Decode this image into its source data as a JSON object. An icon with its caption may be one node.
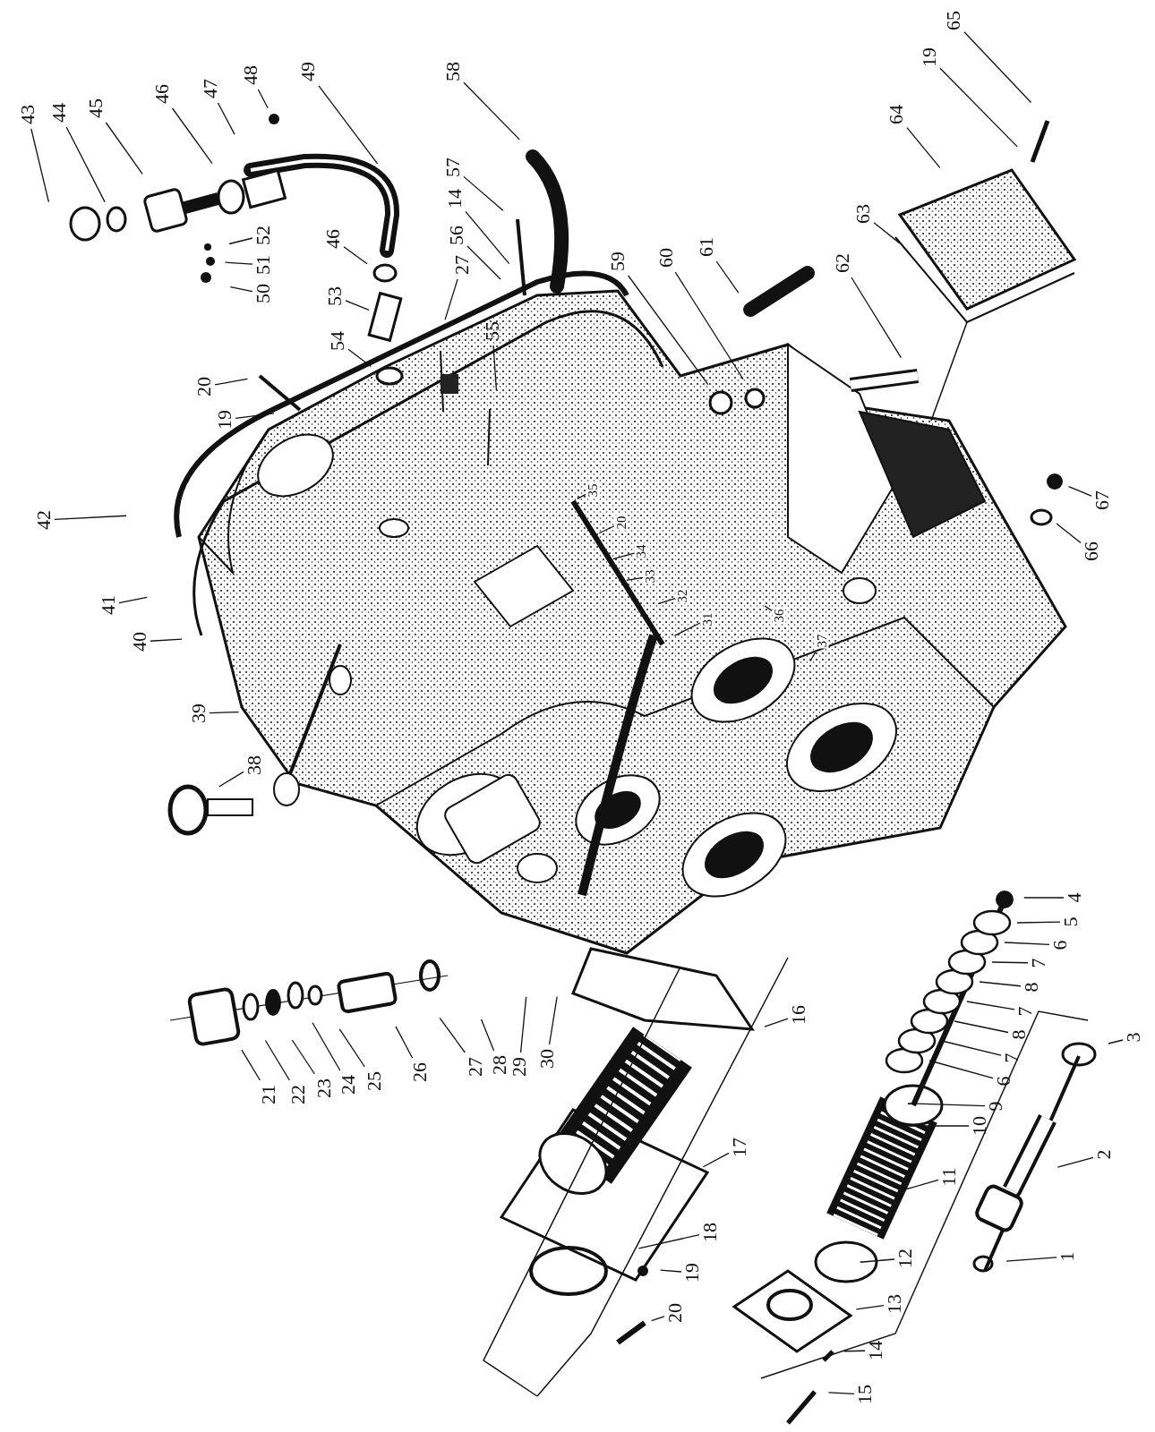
{
  "diagram": {
    "nodes": [
      {
        "text": [
          "43"
        ]
      },
      {
        "text": [
          "44"
        ]
      },
      {
        "text": [
          "45"
        ]
      },
      {
        "text": [
          "46"
        ]
      },
      {
        "text": [
          "47"
        ]
      },
      {
        "text": [
          "48"
        ]
      },
      {
        "text": [
          "49"
        ]
      },
      {
        "text": [
          "58"
        ]
      },
      {
        "text": [
          "57"
        ]
      },
      {
        "text": [
          "14"
        ]
      },
      {
        "text": [
          "56"
        ]
      },
      {
        "text": [
          "27"
        ]
      },
      {
        "text": [
          "55"
        ]
      },
      {
        "text": [
          "50"
        ]
      },
      {
        "text": [
          "51"
        ]
      },
      {
        "text": [
          "52"
        ]
      },
      {
        "text": [
          "46"
        ]
      },
      {
        "text": [
          "53"
        ]
      },
      {
        "text": [
          "54"
        ]
      },
      {
        "text": [
          "20"
        ]
      },
      {
        "text": [
          "19"
        ]
      },
      {
        "text": [
          "65"
        ]
      },
      {
        "text": [
          "19"
        ]
      },
      {
        "text": [
          "64"
        ]
      },
      {
        "text": [
          "63"
        ]
      },
      {
        "text": [
          "62"
        ]
      },
      {
        "text": [
          "61"
        ]
      },
      {
        "text": [
          "60"
        ]
      },
      {
        "text": [
          "59"
        ]
      },
      {
        "text": [
          "42"
        ]
      },
      {
        "text": [
          "41"
        ]
      },
      {
        "text": [
          "40"
        ]
      },
      {
        "text": [
          "39"
        ]
      },
      {
        "text": [
          "38"
        ]
      },
      {
        "text": [
          "35"
        ]
      },
      {
        "text": [
          "20"
        ]
      },
      {
        "text": [
          "34"
        ]
      },
      {
        "text": [
          "33"
        ]
      },
      {
        "text": [
          "32"
        ]
      },
      {
        "text": [
          "31"
        ]
      },
      {
        "text": [
          "36"
        ]
      },
      {
        "text": [
          "37"
        ]
      },
      {
        "text": [
          "67"
        ]
      },
      {
        "text": [
          "66"
        ]
      },
      {
        "text": [
          "4"
        ]
      },
      {
        "text": [
          "5"
        ]
      },
      {
        "text": [
          "6"
        ]
      },
      {
        "text": [
          "7"
        ]
      },
      {
        "text": [
          "8"
        ]
      },
      {
        "text": [
          "7"
        ]
      },
      {
        "text": [
          "8"
        ]
      },
      {
        "text": [
          "7"
        ]
      },
      {
        "text": [
          "6"
        ]
      },
      {
        "text": [
          "9"
        ]
      },
      {
        "text": [
          "10"
        ]
      },
      {
        "text": [
          "11"
        ]
      },
      {
        "text": [
          "12"
        ]
      },
      {
        "text": [
          "13"
        ]
      },
      {
        "text": [
          "14"
        ]
      },
      {
        "text": [
          "15"
        ]
      },
      {
        "text": [
          "3"
        ]
      },
      {
        "text": [
          "2"
        ]
      },
      {
        "text": [
          "1"
        ]
      },
      {
        "text": [
          "16"
        ]
      },
      {
        "text": [
          "17"
        ]
      },
      {
        "text": [
          "18"
        ]
      },
      {
        "text": [
          "19"
        ]
      },
      {
        "text": [
          "20"
        ]
      },
      {
        "text": [
          "21"
        ]
      },
      {
        "text": [
          "22"
        ]
      },
      {
        "text": [
          "23"
        ]
      },
      {
        "text": [
          "24"
        ]
      },
      {
        "text": [
          "25"
        ]
      },
      {
        "text": [
          "26"
        ]
      },
      {
        "text": [
          "27"
        ]
      },
      {
        "text": [
          "28"
        ]
      },
      {
        "text": [
          "29"
        ]
      },
      {
        "text": [
          "30"
        ]
      }
    ],
    "edges": [
      {
        "from": 0,
        "to": null,
        "arrow": "none"
      },
      {
        "from": 1,
        "to": null,
        "arrow": "none"
      },
      {
        "from": 2,
        "to": null,
        "arrow": "none"
      },
      {
        "from": 3,
        "to": null,
        "arrow": "none"
      },
      {
        "from": 4,
        "to": null,
        "arrow": "none"
      },
      {
        "from": 5,
        "to": null,
        "arrow": "none"
      },
      {
        "from": 6,
        "to": null,
        "arrow": "none"
      },
      {
        "from": 7,
        "to": null,
        "arrow": "none"
      },
      {
        "from": 8,
        "to": null,
        "arrow": "none"
      },
      {
        "from": 9,
        "to": null,
        "arrow": "none"
      },
      {
        "from": 10,
        "to": null,
        "arrow": "none"
      },
      {
        "from": 11,
        "to": null,
        "arrow": "none"
      },
      {
        "from": 12,
        "to": null,
        "arrow": "none"
      },
      {
        "from": 13,
        "to": null,
        "arrow": "none"
      },
      {
        "from": 14,
        "to": null,
        "arrow": "none"
      },
      {
        "from": 15,
        "to": null,
        "arrow": "none"
      },
      {
        "from": 16,
        "to": null,
        "arrow": "none"
      },
      {
        "from": 17,
        "to": null,
        "arrow": "none"
      },
      {
        "from": 18,
        "to": null,
        "arrow": "none"
      },
      {
        "from": 19,
        "to": null,
        "arrow": "none"
      },
      {
        "from": 20,
        "to": null,
        "arrow": "none"
      },
      {
        "from": 21,
        "to": null,
        "arrow": "none"
      },
      {
        "from": 22,
        "to": null,
        "arrow": "none"
      },
      {
        "from": 23,
        "to": null,
        "arrow": "none"
      },
      {
        "from": 24,
        "to": null,
        "arrow": "none"
      },
      {
        "from": 25,
        "to": null,
        "arrow": "none"
      },
      {
        "from": 26,
        "to": null,
        "arrow": "none"
      },
      {
        "from": 27,
        "to": null,
        "arrow": "none"
      },
      {
        "from": 28,
        "to": null,
        "arrow": "none"
      },
      {
        "from": 29,
        "to": null,
        "arrow": "none"
      },
      {
        "from": 30,
        "to": null,
        "arrow": "none"
      },
      {
        "from": 31,
        "to": null,
        "arrow": "none"
      },
      {
        "from": 32,
        "to": null,
        "arrow": "none"
      },
      {
        "from": 33,
        "to": null,
        "arrow": "none"
      },
      {
        "from": 34,
        "to": null,
        "arrow": "none"
      },
      {
        "from": 35,
        "to": null,
        "arrow": "none"
      },
      {
        "from": 36,
        "to": null,
        "arrow": "none"
      },
      {
        "from": 37,
        "to": null,
        "arrow": "none"
      },
      {
        "from": 38,
        "to": null,
        "arrow": "none"
      },
      {
        "from": 39,
        "to": null,
        "arrow": "none"
      },
      {
        "from": 40,
        "to": null,
        "arrow": "none"
      },
      {
        "from": 41,
        "to": null,
        "arrow": "none"
      },
      {
        "from": 42,
        "to": null,
        "arrow": "none"
      },
      {
        "from": 43,
        "to": null,
        "arrow": "none"
      },
      {
        "from": 44,
        "to": null,
        "arrow": "none"
      },
      {
        "from": 45,
        "to": null,
        "arrow": "none"
      },
      {
        "from": 46,
        "to": null,
        "arrow": "none"
      },
      {
        "from": 47,
        "to": null,
        "arrow": "none"
      },
      {
        "from": 48,
        "to": null,
        "arrow": "none"
      },
      {
        "from": 49,
        "to": null,
        "arrow": "none"
      },
      {
        "from": 50,
        "to": null,
        "arrow": "none"
      },
      {
        "from": 51,
        "to": null,
        "arrow": "none"
      },
      {
        "from": 52,
        "to": null,
        "arrow": "none"
      },
      {
        "from": 53,
        "to": null,
        "arrow": "none"
      },
      {
        "from": 54,
        "to": null,
        "arrow": "none"
      },
      {
        "from": 55,
        "to": null,
        "arrow": "none"
      },
      {
        "from": 56,
        "to": null,
        "arrow": "none"
      },
      {
        "from": 57,
        "to": null,
        "arrow": "none"
      },
      {
        "from": 58,
        "to": null,
        "arrow": "none"
      },
      {
        "from": 59,
        "to": null,
        "arrow": "none"
      },
      {
        "from": 60,
        "to": null,
        "arrow": "none"
      },
      {
        "from": 61,
        "to": null,
        "arrow": "none"
      },
      {
        "from": 62,
        "to": null,
        "arrow": "none"
      },
      {
        "from": 63,
        "to": null,
        "arrow": "none"
      },
      {
        "from": 64,
        "to": null,
        "arrow": "none"
      },
      {
        "from": 65,
        "to": null,
        "arrow": "none"
      },
      {
        "from": 66,
        "to": null,
        "arrow": "none"
      },
      {
        "from": 67,
        "to": null,
        "arrow": "none"
      },
      {
        "from": 68,
        "to": null,
        "arrow": "none"
      },
      {
        "from": 69,
        "to": null,
        "arrow": "none"
      },
      {
        "from": 70,
        "to": null,
        "arrow": "none"
      },
      {
        "from": 71,
        "to": null,
        "arrow": "none"
      },
      {
        "from": 72,
        "to": null,
        "arrow": "none"
      },
      {
        "from": 73,
        "to": null,
        "arrow": "none"
      },
      {
        "from": 74,
        "to": null,
        "arrow": "none"
      },
      {
        "from": 75,
        "to": null,
        "arrow": "none"
      },
      {
        "from": 76,
        "to": null,
        "arrow": "none"
      },
      {
        "from": 77,
        "to": null,
        "arrow": "none"
      }
    ]
  }
}
